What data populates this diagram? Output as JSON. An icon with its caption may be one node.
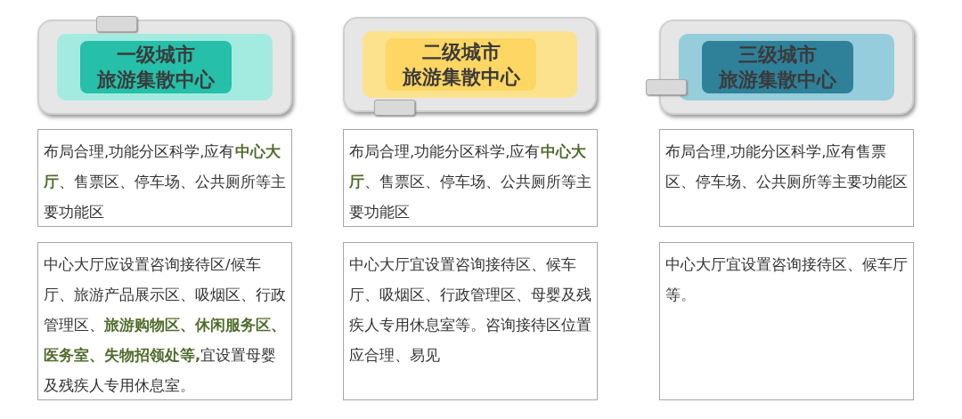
{
  "diagram": {
    "nodes": [
      {
        "text": [
          "一级城市",
          "旅游集散中心"
        ]
      },
      {
        "text": [
          "二级城市",
          "旅游集散中心"
        ]
      },
      {
        "text": [
          "三级城市",
          "旅游集散中心"
        ]
      },
      {
        "text": [
          "布局合理,功能分区科学,应有**中心大厅**、售票区、停车场、公共厕所等主要功能区"
        ]
      },
      {
        "text": [
          "布局合理,功能分区科学,应有**中心大厅**、售票区、停车场、公共厕所等主要功能区"
        ]
      },
      {
        "text": [
          "布局合理,功能分区科学,应有售票区、停车场、公共厕所等主要功能区"
        ]
      },
      {
        "text": [
          "中心大厅应设置咨询接待区/候车厅、旅游产品展示区、吸烟区、行政管理区、**旅游购物区、休闲服务区、医务室、失物招领处等,**宜设置母婴及残疾人专用休息室。"
        ]
      },
      {
        "text": [
          "中心大厅宜设置咨询接待区、候车厅、吸烟区、行政管理区、母婴及残疾人专用休息室等。咨询接待区位置应合理、易见"
        ]
      },
      {
        "text": [
          "中心大厅宜设置咨询接待区、候车厅等。"
        ]
      }
    ]
  }
}
